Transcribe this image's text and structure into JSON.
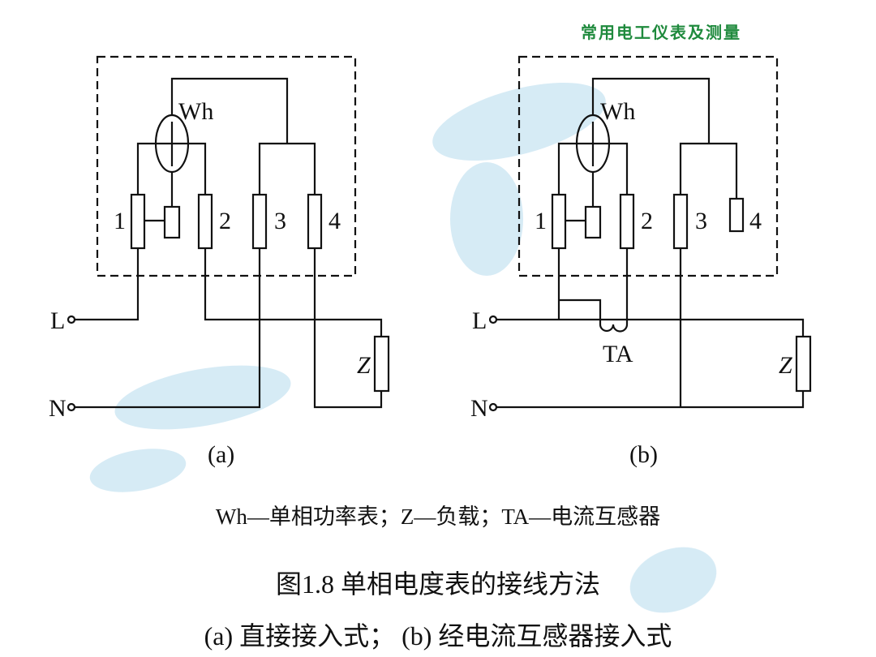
{
  "header": {
    "text": "常用电工仪表及测量"
  },
  "diagram_a": {
    "meter_label": "Wh",
    "terminals": [
      "1",
      "2",
      "3",
      "4"
    ],
    "line_label": "L",
    "neutral_label": "N",
    "load_label": "Z",
    "caption": "(a)"
  },
  "diagram_b": {
    "meter_label": "Wh",
    "terminals": [
      "1",
      "2",
      "3",
      "4"
    ],
    "line_label": "L",
    "neutral_label": "N",
    "load_label": "Z",
    "ct_label": "TA",
    "caption": "(b)"
  },
  "legend": {
    "text": "Wh—单相功率表；Z—负载；TA—电流互感器"
  },
  "figure": {
    "title": "图1.8 单相电度表的接线方法",
    "subtitle": "(a) 直接接入式；  (b) 经电流互感器接入式"
  },
  "colors": {
    "header": "#1f8a3d",
    "watermark": "#c9e4f2",
    "line": "#111111"
  }
}
